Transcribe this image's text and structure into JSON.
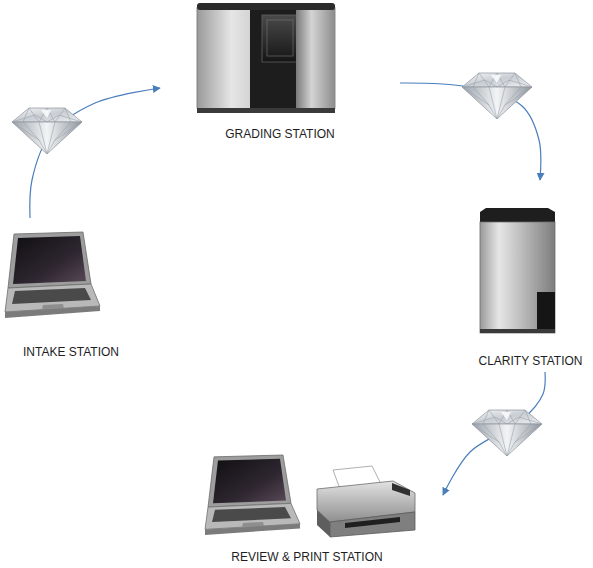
{
  "diagram": {
    "nodes": [
      {
        "text": [
          "INTAKE STATION"
        ]
      },
      {
        "text": [
          "GRADING STATION"
        ]
      },
      {
        "text": [
          "CLARITY STATION"
        ]
      },
      {
        "text": [
          "REVIEW & PRINT STATION"
        ]
      }
    ],
    "edges": [
      {
        "from": 0,
        "to": 1,
        "arrow": "to"
      },
      {
        "from": 1,
        "to": 2,
        "arrow": "to"
      },
      {
        "from": 2,
        "to": 3,
        "arrow": "to"
      }
    ]
  }
}
